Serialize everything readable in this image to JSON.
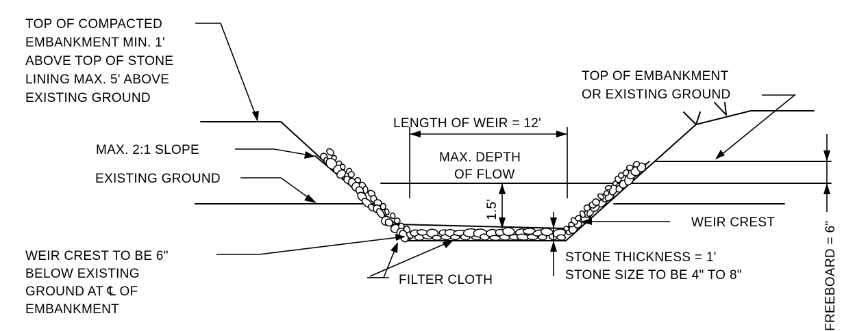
{
  "labels": {
    "top_compacted": [
      "TOP OF COMPACTED",
      "EMBANKMENT MIN. 1'",
      "ABOVE TOP OF STONE",
      "LINING MAX. 5' ABOVE",
      "EXISTING GROUND"
    ],
    "top_embankment": [
      "TOP OF EMBANKMENT",
      "OR EXISTING GROUND"
    ],
    "length_of_weir": "LENGTH OF WEIR = 12'",
    "max_depth": [
      "MAX. DEPTH",
      "OF FLOW"
    ],
    "max_slope": "MAX. 2:1 SLOPE",
    "existing_ground": "EXISTING GROUND",
    "depth_dim": "1.5'",
    "weir_crest": "WEIR CREST",
    "freeboard": "FREEBOARD = 6\"",
    "weir_crest_note": [
      "WEIR CREST TO BE 6\"",
      "BELOW EXISTING",
      "GROUND AT ℄ OF",
      "EMBANKMENT"
    ],
    "filter_cloth": "FILTER CLOTH",
    "stone_note": [
      "STONE THICKNESS = 1'",
      "STONE SIZE TO BE 4\" TO 8\""
    ]
  },
  "colors": {
    "line": "#000000",
    "background": "#ffffff"
  }
}
